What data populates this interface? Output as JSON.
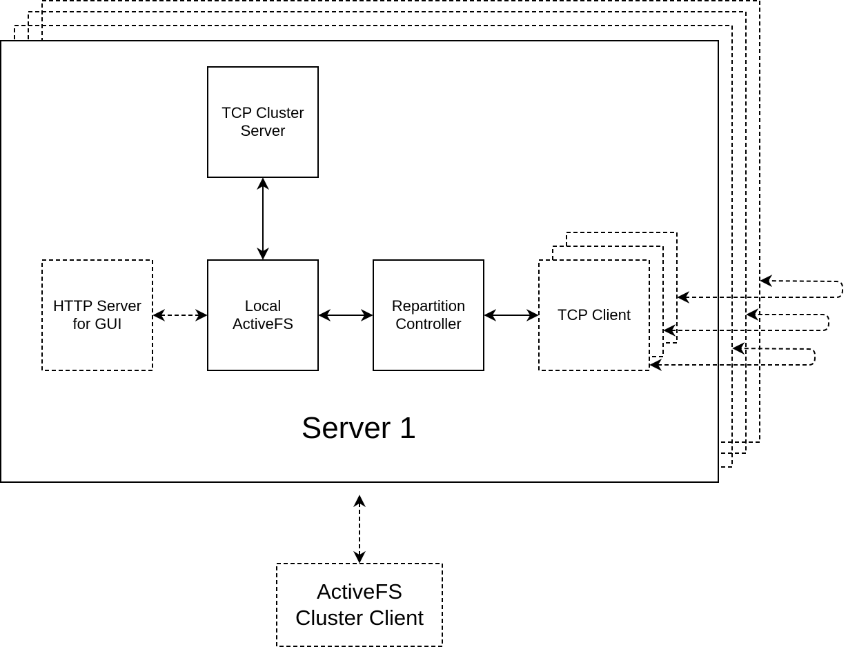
{
  "nodes": {
    "tcp_cluster_server": "TCP Cluster\nServer",
    "http_server": "HTTP Server\nfor GUI",
    "local_activefs": "Local\nActiveFS",
    "repartition_controller": "Repartition\nController",
    "tcp_client": "TCP Client",
    "server": "Server 1",
    "cluster_client": "ActiveFS\nCluster Client"
  },
  "colors": {
    "stroke": "#000000",
    "background": "#ffffff"
  }
}
